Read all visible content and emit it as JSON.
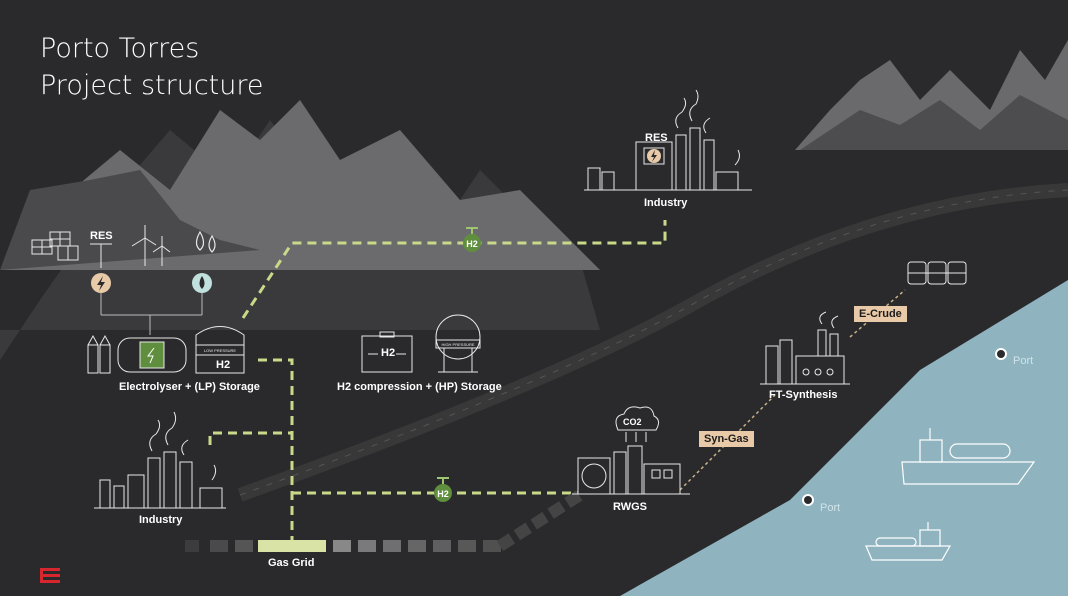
{
  "title": {
    "line1": "Porto Torres",
    "line2": "Project structure"
  },
  "labels": {
    "res_left": "RES",
    "res_top": "RES",
    "industry_top": "Industry",
    "industry_left": "Industry",
    "electrolyser": "Electrolyser + (LP) Storage",
    "low_pressure": "LOW PRESSURE",
    "h2_tank": "H2",
    "h2_compression": "H2 compression + (HP) Storage",
    "high_pressure": "HIGH PRESSURE",
    "h2_comp_box": "H2",
    "rwgs": "RWGS",
    "co2": "CO2",
    "ft_synthesis": "FT-Synthesis",
    "gas_grid": "Gas Grid",
    "port_upper": "Port",
    "port_lower": "Port",
    "valve": "H2"
  },
  "tags": {
    "e_crude": "E-Crude",
    "syn_gas": "Syn-Gas"
  },
  "icons": [
    "solar-panel-icon",
    "wind-turbine-icon",
    "water-drop-icon",
    "lightning-icon",
    "factory-icon",
    "tank-icon",
    "valve-icon",
    "barrel-icon",
    "ship-icon",
    "cloud-icon"
  ],
  "colors": {
    "background": "#2a2a2c",
    "pipeline": "#c8d98a",
    "sea": "#8fb4c0",
    "tag": "#e8c9a8",
    "valve": "#5f8f3e",
    "logo": "#d8262e"
  }
}
